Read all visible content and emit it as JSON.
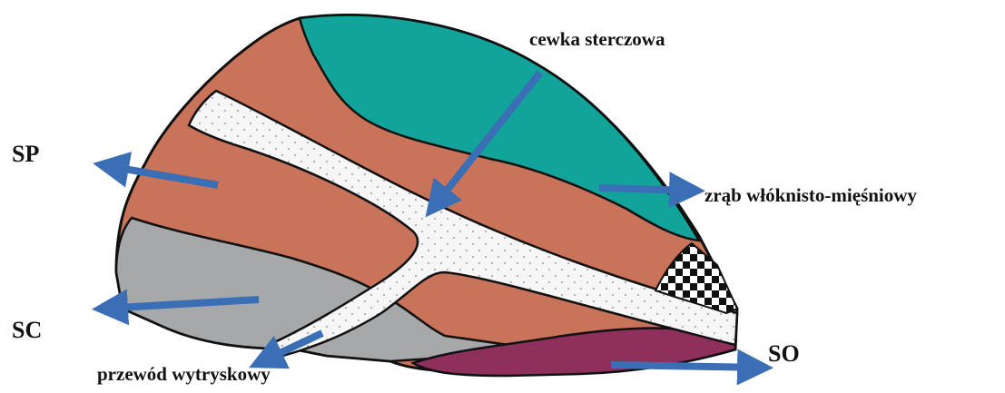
{
  "labels": {
    "urethra": "cewka sterczowa",
    "stroma": "zrąb włóknisto-mięśniowy",
    "ejaculatory_duct": "przewód wytryskowy",
    "sp": "SP",
    "sc": "SC",
    "so": "SO"
  },
  "colors": {
    "peripheral_zone": "#C8735A",
    "central_zone": "#A7A8AA",
    "stroma": "#12A39A",
    "transition_zone": "#8E2F5C",
    "urethra": "#F5F5F5",
    "arrow": "#3A6FB5",
    "outline": "#111111"
  }
}
